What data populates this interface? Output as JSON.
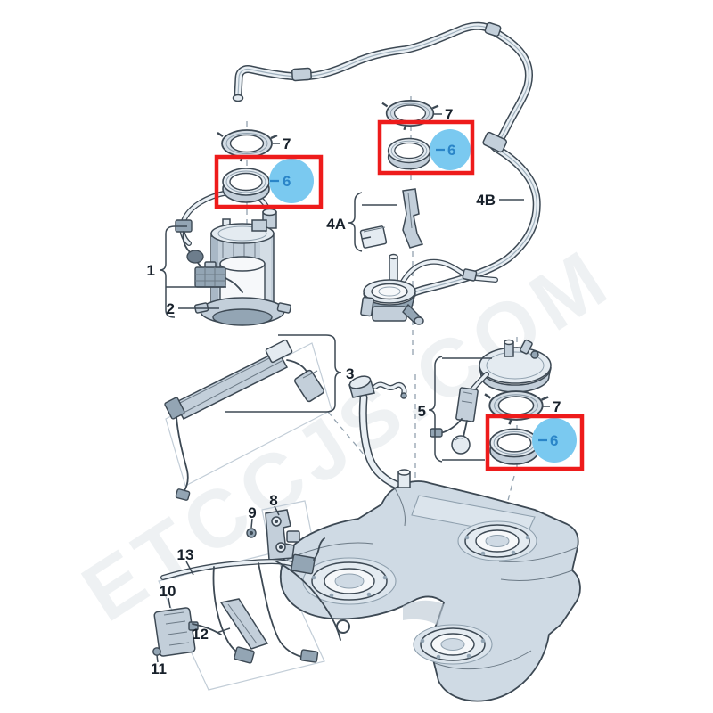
{
  "watermark": "ETCCJS.COM",
  "highlight": {
    "part_number": "6",
    "occurrences": 3,
    "circle_color": "#7ac9f0",
    "label_color": "#2a85c8",
    "box_color": "#ee1b1b"
  },
  "colors": {
    "line": "#3d4954",
    "part_fill_light": "#e4ebf1",
    "part_fill_mid": "#c3cfda",
    "part_fill_dark": "#93a5b4",
    "dashed_line": "#93a2af",
    "background": "#ffffff"
  },
  "callouts": {
    "n1": "1",
    "n2": "2",
    "n3": "3",
    "n4a": "4A",
    "n4b": "4B",
    "n5": "5",
    "n6": "6",
    "n7": "7",
    "n8": "8",
    "n9": "9",
    "n10": "10",
    "n11": "11",
    "n12": "12",
    "n13": "13"
  }
}
